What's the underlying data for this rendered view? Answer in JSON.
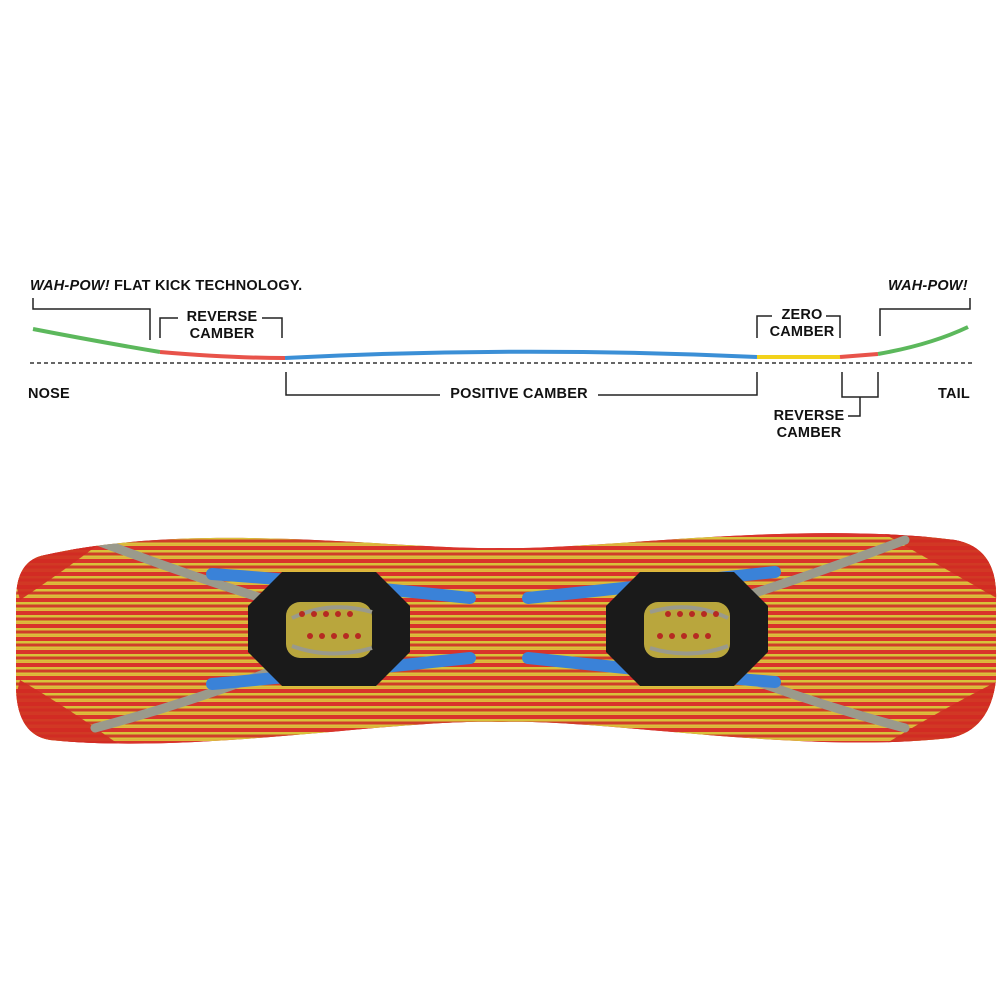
{
  "diagram": {
    "labels": {
      "nose": "NOSE",
      "tail": "TAIL",
      "wah_pow_left": "WAH-POW!",
      "flat_kick": "FLAT KICK TECHNOLOGY.",
      "wah_pow_right": "WAH-POW!",
      "reverse_left_1": "REVERSE",
      "reverse_left_2": "CAMBER",
      "zero_1": "ZERO",
      "zero_2": "CAMBER",
      "positive": "POSITIVE CAMBER",
      "reverse_right_1": "REVERSE",
      "reverse_right_2": "CAMBER"
    },
    "colors": {
      "flat_kick": "#5cb85c",
      "reverse_camber": "#e8534a",
      "positive_camber": "#3b8fd6",
      "zero_camber": "#f2d21b",
      "board_red": "#d9342b",
      "board_yellow": "#d8c23a",
      "binding_black": "#1a1a1a",
      "strap_blue": "#3a82d8",
      "edge_gray": "#9a9a8c"
    }
  }
}
